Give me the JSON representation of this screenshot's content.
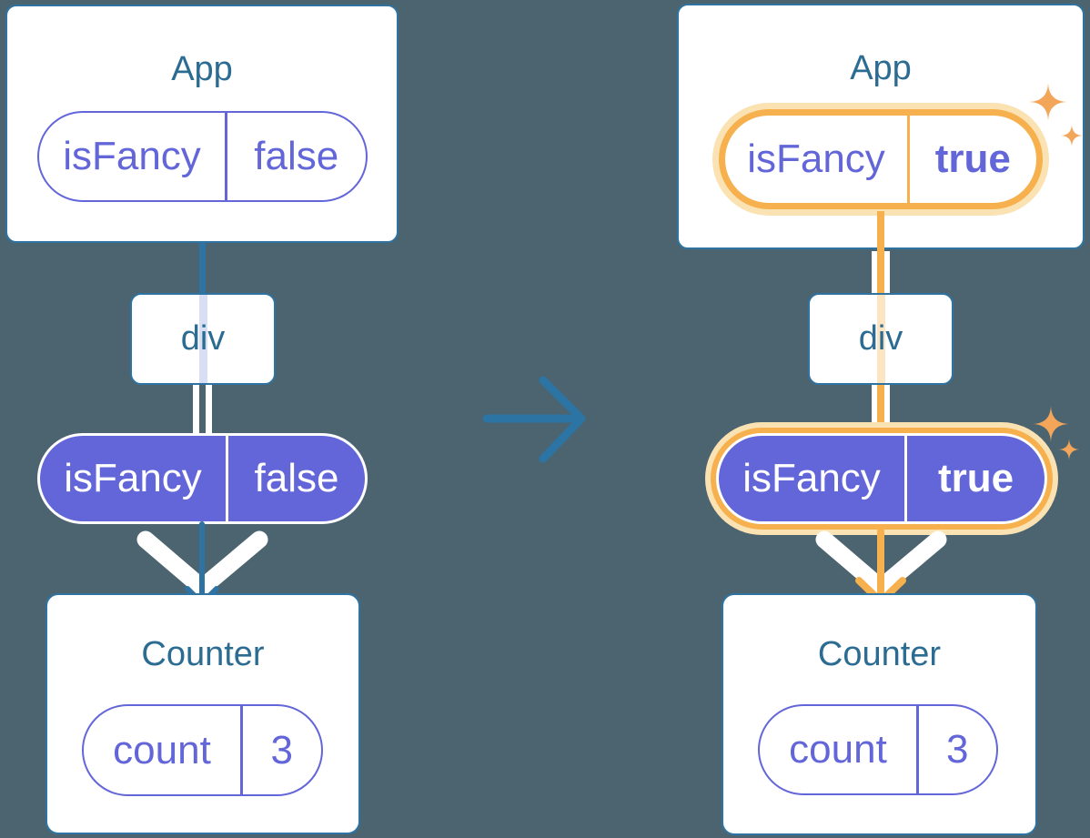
{
  "diagram_before": {
    "app": {
      "title": "App",
      "pill": {
        "name": "isFancy",
        "value": "false"
      }
    },
    "div": {
      "label": "div"
    },
    "context_pill": {
      "name": "isFancy",
      "value": "false"
    },
    "counter": {
      "title": "Counter",
      "pill": {
        "name": "count",
        "value": "3"
      }
    }
  },
  "diagram_after": {
    "app": {
      "title": "App",
      "pill": {
        "name": "isFancy",
        "value": "true"
      }
    },
    "div": {
      "label": "div"
    },
    "context_pill": {
      "name": "isFancy",
      "value": "true"
    },
    "counter": {
      "title": "Counter",
      "pill": {
        "name": "count",
        "value": "3"
      }
    }
  },
  "transition": {
    "icon": "arrow-right-icon"
  },
  "icons": {
    "sparkles": "sparkle-icon"
  },
  "colors": {
    "background": "#4C6470",
    "card_fill": "#FFFFFF",
    "card_border": "#2E73A2",
    "title_text": "#2C6C92",
    "purple": "#6366D9",
    "highlight_orange": "#F6B04E",
    "highlight_glow": "#FBE2B2",
    "sparkle": "#F3A65A",
    "inactive_stripe": "#D8DEF4",
    "active_stripe": "#FBE5C2",
    "arrow_blue": "#2B74A3"
  }
}
